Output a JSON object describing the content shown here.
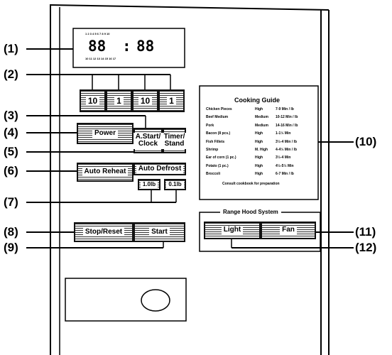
{
  "callouts": [
    "(1)",
    "(2)",
    "(3)",
    "(4)",
    "(5)",
    "(6)",
    "(7)",
    "(8)",
    "(9)",
    "(10)",
    "(11)",
    "(12)"
  ],
  "display": {
    "digits_left": "88",
    "colon": ":",
    "digits_right": "88",
    "top_text": "1   2   3   4   5   6   7   8   9   10",
    "bottom_text": "10  11  12  13  14  15  16  17"
  },
  "keypad": [
    "10",
    "1",
    "10",
    "1"
  ],
  "buttons": {
    "power": "Power",
    "a_start_1": "A.Start/",
    "a_start_2": "Clock",
    "timer_1": "Timer/",
    "timer_2": "Stand",
    "auto_reheat": "Auto Reheat",
    "auto_defrost": "Auto Defrost",
    "weight_1": "1.0lb",
    "weight_2": "0.1lb",
    "stop_reset": "Stop/Reset",
    "start": "Start",
    "light": "Light",
    "fan": "Fan"
  },
  "guide": {
    "title": "Cooking Guide",
    "rows": [
      {
        "food": "Chicken Pieces",
        "power": "High",
        "time": "7-9 Min / lb"
      },
      {
        "food": "Beef Medium",
        "power": "Medium",
        "time": "10-12 Min / lb"
      },
      {
        "food": "Pork",
        "power": "Medium",
        "time": "14-16 Min / lb"
      },
      {
        "food": "Bacon (8 pcs.)",
        "power": "High",
        "time": "1-1½ Min"
      },
      {
        "food": "Fish Fillets",
        "power": "High",
        "time": "3½-4 Min / lb"
      },
      {
        "food": "Shrimp",
        "power": "M. High",
        "time": "4-4½ Min / lb"
      },
      {
        "food": "Ear of corn (1 pc.)",
        "power": "High",
        "time": "3½-4 Min"
      },
      {
        "food": "Potato (1 pc.)",
        "power": "High",
        "time": "4½-5½ Min"
      },
      {
        "food": "Broccoli",
        "power": "High",
        "time": "6-7 Min / lb"
      }
    ],
    "footer": "Consult cookbook for preparation"
  },
  "hood": {
    "title": "Range Hood System"
  }
}
